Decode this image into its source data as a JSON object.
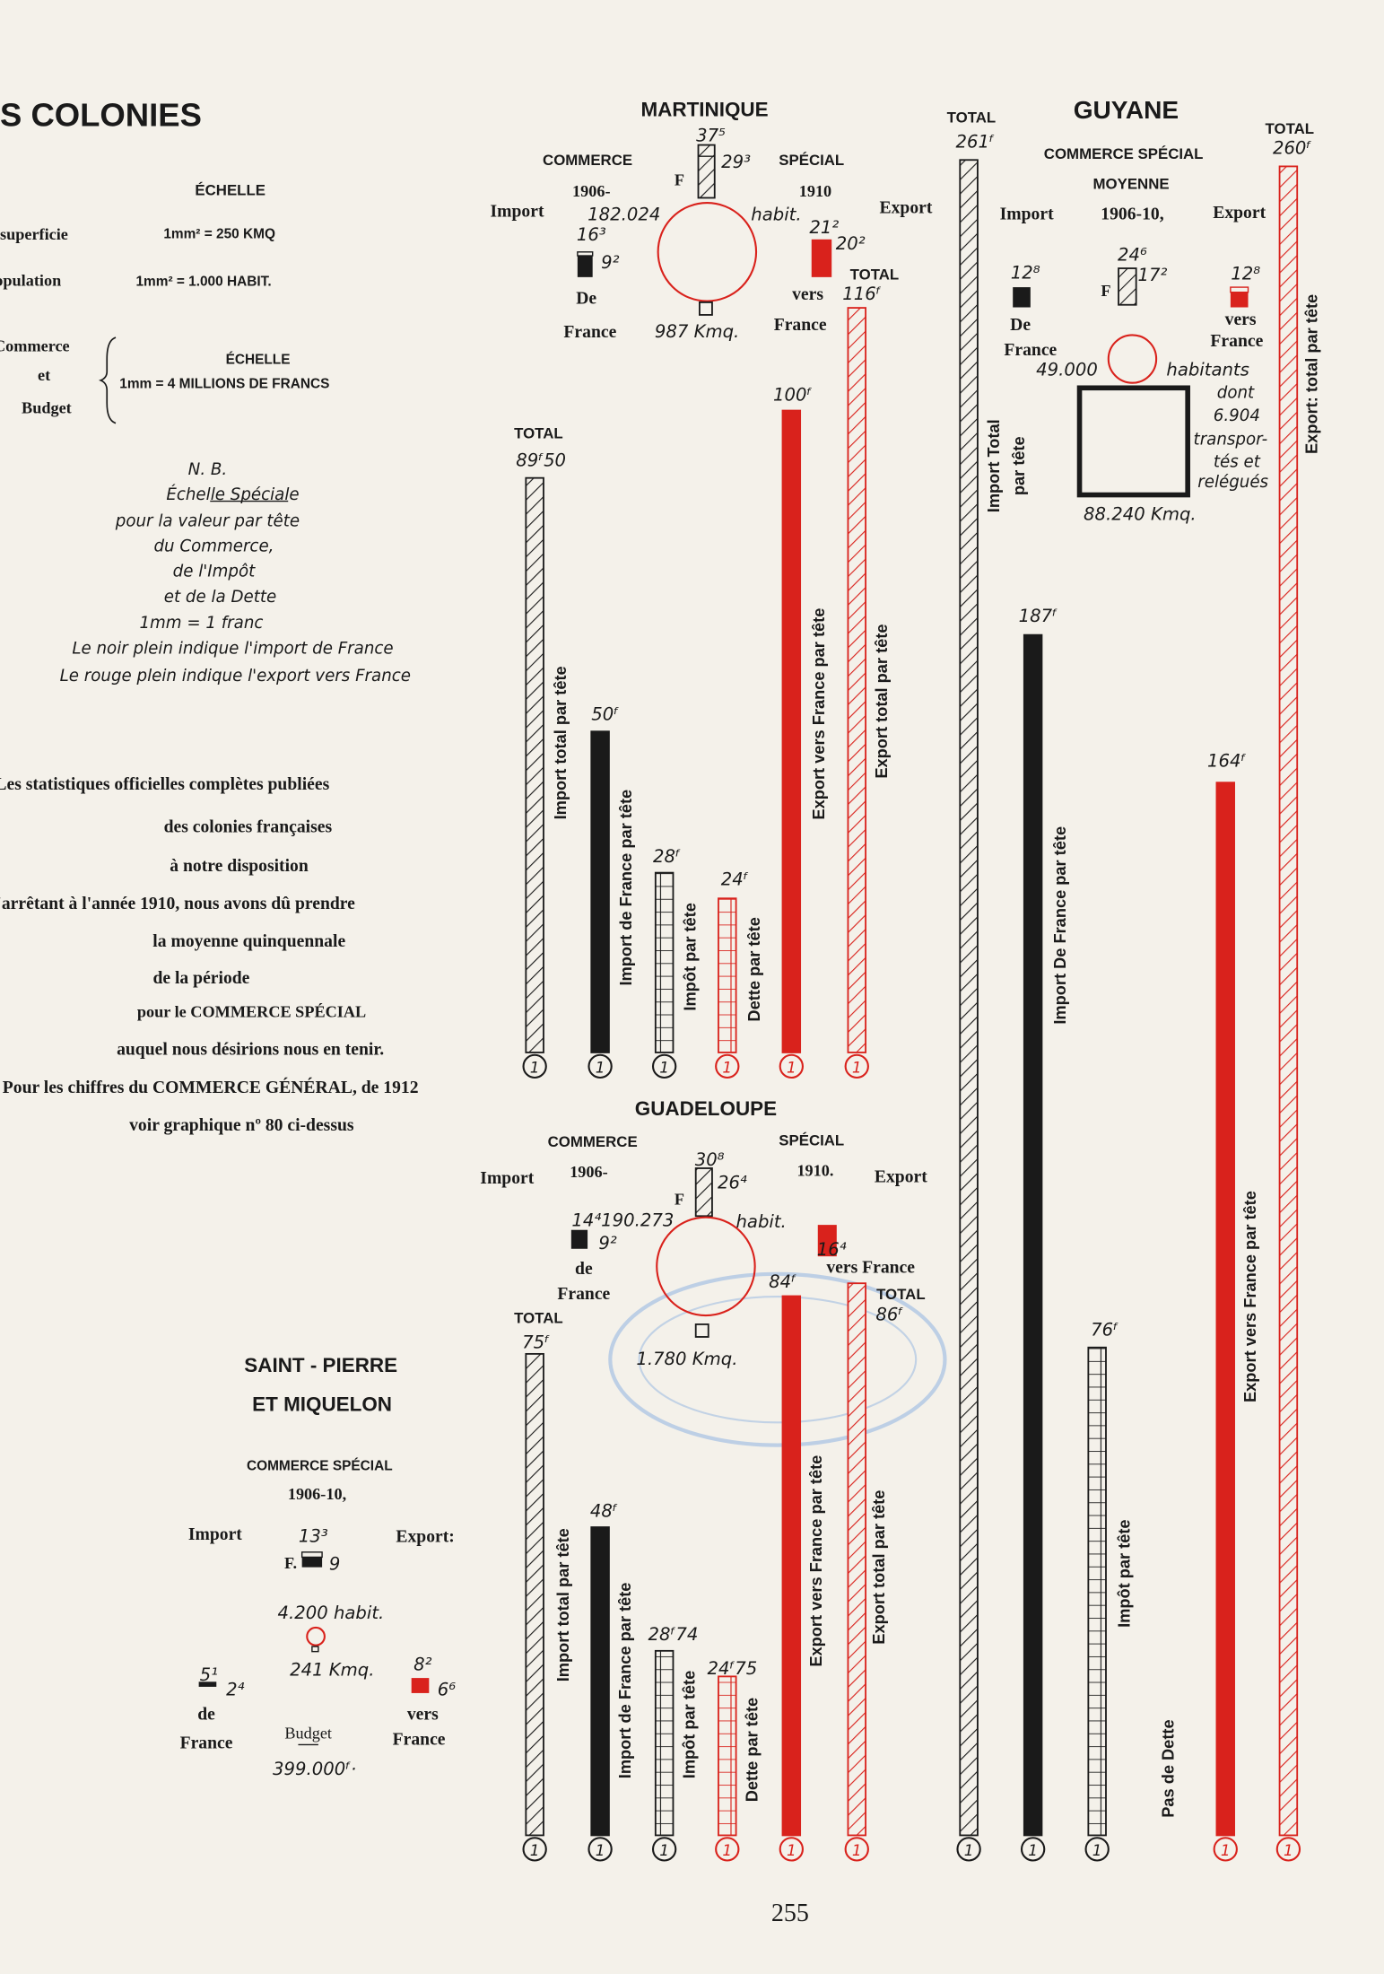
{
  "colors": {
    "ink": "#1a1a1a",
    "red": "#d9221c",
    "paper": "#f4f1ea",
    "stamp": "#8fb3e0"
  },
  "labels": {
    "title": "S COLONIES",
    "scale1_title": "ÉCHELLE",
    "sup_label": "superficie",
    "sup_scale": "1mm² = 250 KMQ",
    "pop_label": "Population",
    "pop_scale": "1mm² = 1.000 HABIT.",
    "cb_commerce": "Commerce",
    "cb_et": "et",
    "cb_budget": "Budget",
    "scale2_title": "ÉCHELLE",
    "scale2": "1mm = 4 MILLIONS DE FRANCS",
    "nb1": "N. B.",
    "nb2": "Échelle Spéciale",
    "nb3": "pour la valeur par tête",
    "nb4": "du Commerce,",
    "nb5": "de l'Impôt",
    "nb6": "et de la Dette",
    "nb7": "1mm = 1 franc",
    "nb8": "Le noir plein indique l'import de France",
    "nb9": "Le rouge plein indique l'export vers France",
    "p1": "Les statistiques officielles complètes publiées",
    "p2": "des colonies françaises",
    "p3": "à notre disposition",
    "p4": "s'arrêtant à l'année 1910, nous avons dû prendre",
    "p5": "la moyenne quinquennale",
    "p6": "de la période",
    "p7": "pour le COMMERCE SPÉCIAL",
    "p8": "auquel nous désirions nous en tenir.",
    "p9": "Pour les chiffres du COMMERCE GÉNÉRAL, de 1912",
    "p10": "voir graphique nº 80 ci-dessus",
    "m_name": "MARTINIQUE",
    "m_f_total": "37⁵",
    "m_commerce": "COMMERCE",
    "m_special": "SPÉCIAL",
    "m_f": "F",
    "m_f_part": "29³",
    "m_y1": "1906-",
    "m_y2": "1910",
    "m_import": "Import",
    "m_export": "Export",
    "m_pop": "182.024",
    "m_habit": "habit.",
    "m_imp_total": "16³",
    "m_exp_total": "21²",
    "m_exp_fr": "20²",
    "m_imp_fr": "9²",
    "m_total_exp": "TOTAL",
    "m_de": "De",
    "m_vers": "vers",
    "m_france1": "France",
    "m_area": "987 Kmq.",
    "m_france2": "France",
    "m_total_imp": "TOTAL",
    "g_name": "GUYANE",
    "g_total1": "TOTAL",
    "g_total2": "TOTAL",
    "g_cs": "COMMERCE SPÉCIAL",
    "g_moy": "MOYENNE",
    "g_import": "Import",
    "g_years": "1906-10,",
    "g_export": "Export",
    "g_f_total": "24⁶",
    "g_imp": "12⁸",
    "g_exp": "12⁸",
    "g_f": "F",
    "g_f_part": "17²",
    "g_de": "De",
    "g_vers": "vers",
    "g_france1": "France",
    "g_france2": "France",
    "g_pop": "49.000",
    "g_hab": "habitants",
    "g_dont": "dont",
    "g_num": "6.904",
    "g_tr": "transpor-",
    "g_tes": "tés et",
    "g_rel": "relégués",
    "g_area": "88.240 Kmq.",
    "g_nodebt": "Pas de Dette",
    "gd_name": "GUADELOUPE",
    "gd_commerce": "COMMERCE",
    "gd_special": "SPÉCIAL",
    "gd_f_total": "30⁸",
    "gd_import": "Import",
    "gd_y1": "1906-",
    "gd_f_part": "26⁴",
    "gd_y2": "1910.",
    "gd_export": "Export",
    "gd_f": "F",
    "gd_pop": "14⁴190.273",
    "gd_habit": "habit.",
    "gd_exp": "16⁴",
    "gd_imp_fr": "9²",
    "gd_de": "de",
    "gd_vers": "vers France",
    "gd_france": "France",
    "gd_total_exp": "TOTAL",
    "gd_total_imp": "TOTAL",
    "gd_area": "1.780 Kmq.",
    "sp_name1": "SAINT - PIERRE",
    "sp_name2": "ET MIQUELON",
    "sp_cs": "COMMERCE SPÉCIAL",
    "sp_years": "1906-10,",
    "sp_import": "Import",
    "sp_f_total": "13³",
    "sp_export": "Export:",
    "sp_f": "F.",
    "sp_f_part": "9",
    "sp_pop": "4.200 habit.",
    "sp_imp": "5¹",
    "sp_area": "241 Kmq.",
    "sp_exp": "8²",
    "sp_imp_fr": "2⁴",
    "sp_exp_fr": "6⁶",
    "sp_de": "de",
    "sp_vers": "vers",
    "sp_france1": "France",
    "sp_budget": "Budget",
    "sp_france2": "France",
    "sp_budget_val": "399.000ᶠ·",
    "page_number": "255"
  },
  "chart_data": {
    "type": "bar",
    "title": "Colonies — valeur par tête (1mm = 1 franc)",
    "colonies": [
      {
        "name": "Martinique",
        "bars": [
          {
            "label": "Import total par tête",
            "value": 89.5,
            "value_label": "89ᶠ50",
            "style": "hatch",
            "color": "black",
            "marker": "1"
          },
          {
            "label": "Import de France par tête",
            "value": 50,
            "value_label": "50ᶠ",
            "style": "solid",
            "color": "black",
            "marker": "1"
          },
          {
            "label": "Impôt par tête",
            "value": 28,
            "value_label": "28ᶠ",
            "style": "grid",
            "color": "black",
            "marker": "1"
          },
          {
            "label": "Dette par tête",
            "value": 24,
            "value_label": "24ᶠ",
            "style": "grid",
            "color": "red",
            "marker": "1"
          },
          {
            "label": "Export vers France par tête",
            "value": 100,
            "value_label": "100ᶠ",
            "style": "solid",
            "color": "red",
            "marker": "1"
          },
          {
            "label": "Export total par tête",
            "value": 116,
            "value_label": "116ᶠ",
            "style": "hatch",
            "color": "red",
            "marker": "1"
          }
        ]
      },
      {
        "name": "Guadeloupe",
        "bars": [
          {
            "label": "Import total par tête",
            "value": 75,
            "value_label": "75ᶠ",
            "style": "hatch",
            "color": "black",
            "marker": "1"
          },
          {
            "label": "Import de France par tête",
            "value": 48,
            "value_label": "48ᶠ",
            "style": "solid",
            "color": "black",
            "marker": "1"
          },
          {
            "label": "Impôt par tête",
            "value": 28.74,
            "value_label": "28ᶠ74",
            "style": "grid",
            "color": "black",
            "marker": "1"
          },
          {
            "label": "Dette par tête",
            "value": 24.75,
            "value_label": "24ᶠ75",
            "style": "grid",
            "color": "red",
            "marker": "1"
          },
          {
            "label": "Export vers France par tête",
            "value": 84,
            "value_label": "84ᶠ",
            "style": "solid",
            "color": "red",
            "marker": "1"
          },
          {
            "label": "Export total par tête",
            "value": 86,
            "value_label": "86ᶠ",
            "style": "hatch",
            "color": "red",
            "marker": "1"
          }
        ]
      },
      {
        "name": "Guyane",
        "bars": [
          {
            "label": "Import Total par tête",
            "value": 261,
            "value_label": "261ᶠ",
            "style": "hatch",
            "color": "black",
            "marker": "1"
          },
          {
            "label": "Import De France par tête",
            "value": 187,
            "value_label": "187ᶠ",
            "style": "solid",
            "color": "black",
            "marker": "1"
          },
          {
            "label": "Impôt par tête",
            "value": 76,
            "value_label": "76ᶠ",
            "style": "grid",
            "color": "black",
            "marker": "1"
          },
          {
            "label": "Export vers France par tête",
            "value": 164,
            "value_label": "164ᶠ",
            "style": "solid",
            "color": "red",
            "marker": "1"
          },
          {
            "label": "Export: total par tête",
            "value": 260,
            "value_label": "260ᶠ",
            "style": "hatch",
            "color": "red",
            "marker": "1"
          }
        ]
      }
    ]
  }
}
